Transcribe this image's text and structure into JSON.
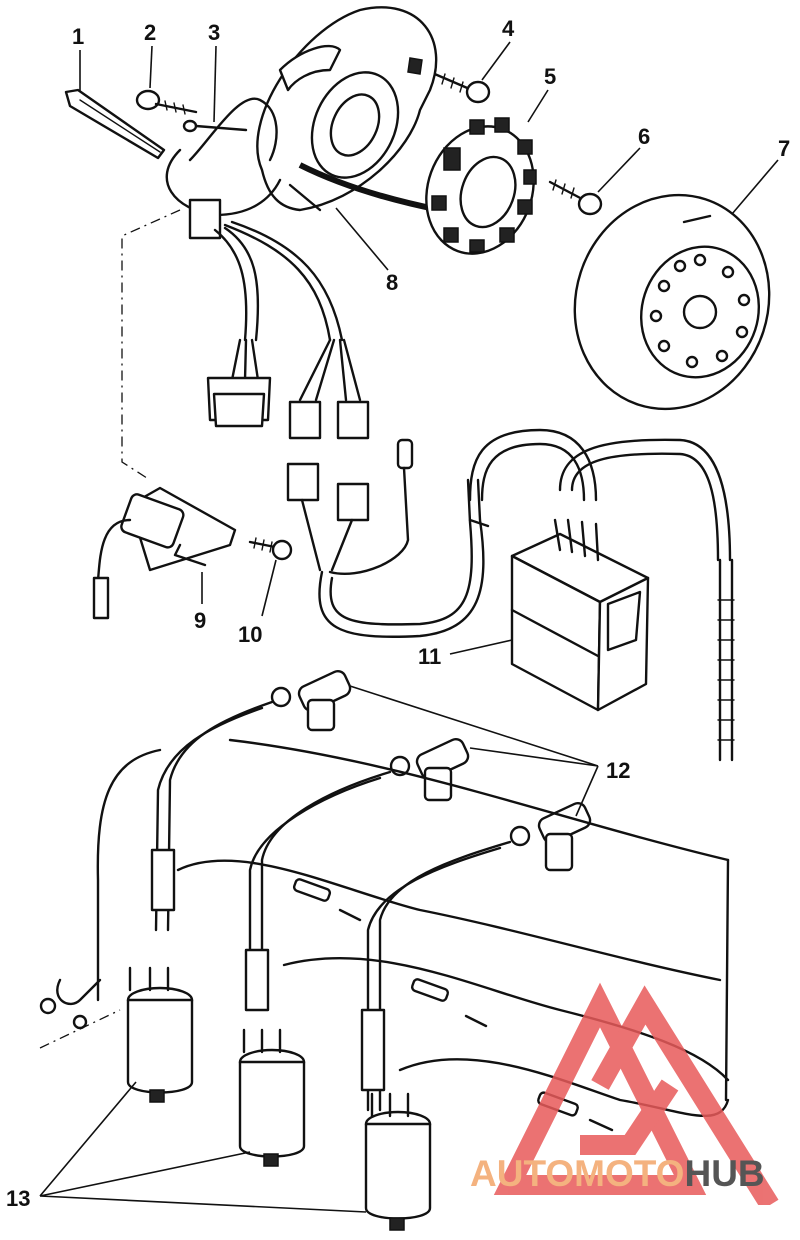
{
  "diagram": {
    "callouts": [
      "1",
      "2",
      "3",
      "4",
      "5",
      "6",
      "7",
      "8",
      "9",
      "10",
      "11",
      "12",
      "13"
    ]
  },
  "watermark": {
    "brand_part1": "AUTOMOTO",
    "brand_part2": "HUB",
    "colors": {
      "triangle": "#e85a5a",
      "text_light": "#f4b27f",
      "text_dark": "#555555"
    }
  }
}
